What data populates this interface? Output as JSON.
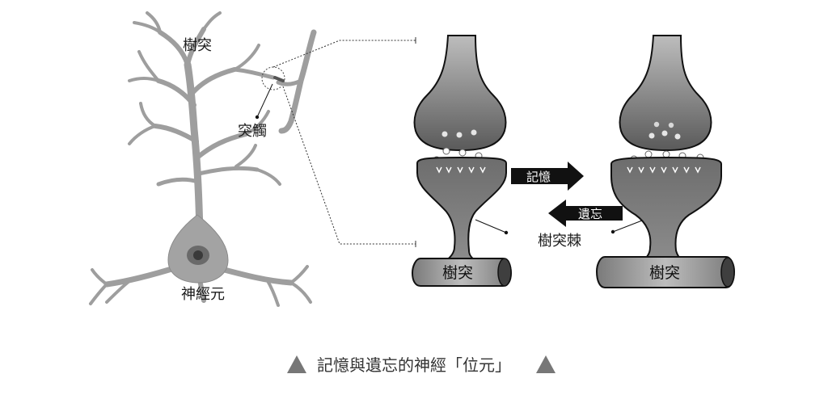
{
  "labels": {
    "dendrite_top": "樹突",
    "synapse_contact": "突觸",
    "neuron": "神經元",
    "dendrite_left": "樹突",
    "dendrite_right": "樹突",
    "spine": "樹突棘",
    "arrow_memory": "記憶",
    "arrow_forget": "遺忘"
  },
  "caption": {
    "text": "記憶與遺忘的神經「位元」"
  },
  "colors": {
    "neuron_gray": "#9a9a9a",
    "dark_gray": "#4a4a4a",
    "black": "#111111"
  }
}
